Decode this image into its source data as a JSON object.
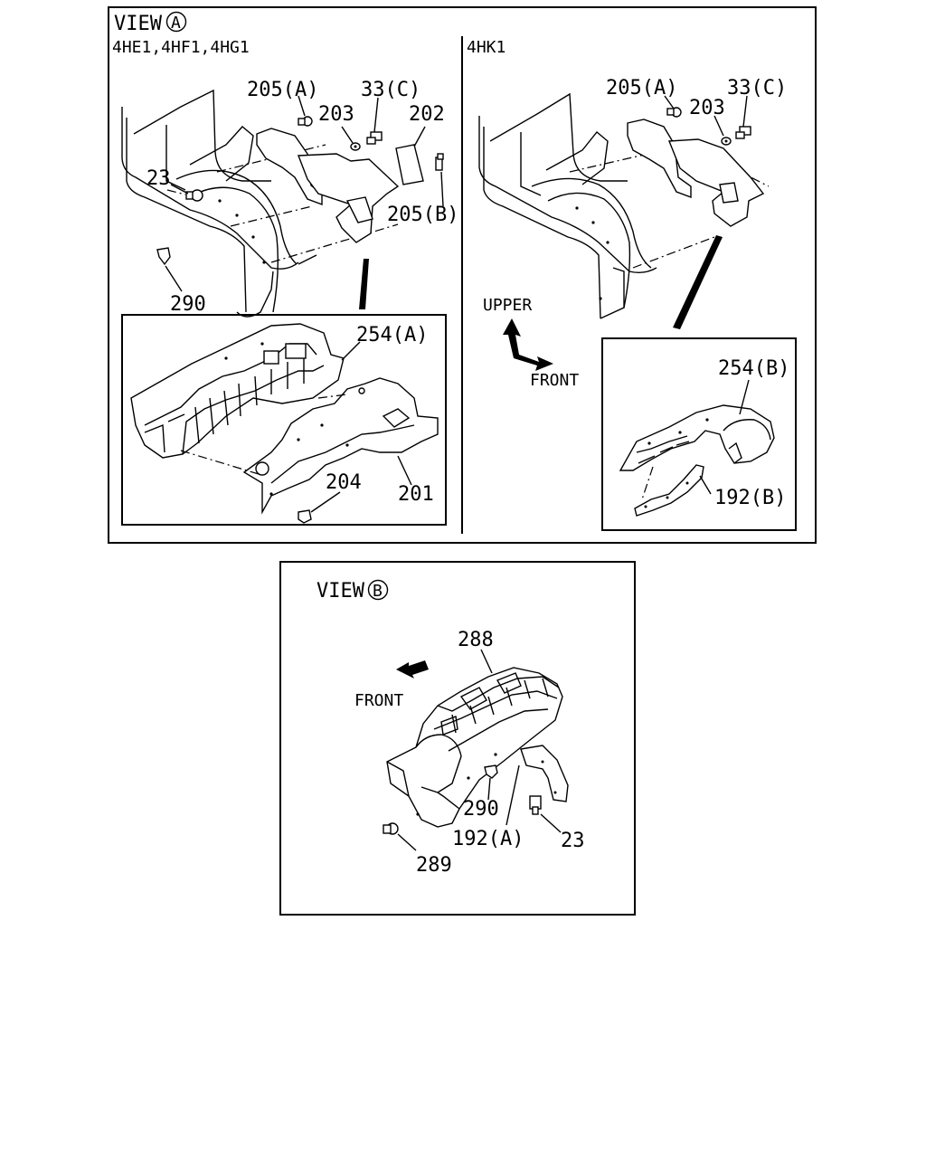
{
  "view_a": {
    "title_prefix": "VIEW",
    "title_letter": "A",
    "left_models": "4HE1,4HF1,4HG1",
    "right_models": "4HK1"
  },
  "view_a_left_labels": {
    "p205a": "205(A)",
    "p33c": "33(C)",
    "p203": "203",
    "p202": "202",
    "p23": "23",
    "p205b": "205(B)",
    "p290": "290",
    "p254a": "254(A)",
    "p204": "204",
    "p201": "201"
  },
  "view_a_right_labels": {
    "p205a": "205(A)",
    "p33c": "33(C)",
    "p203": "203",
    "upper": "UPPER",
    "front": "FRONT",
    "p254b": "254(B)",
    "p192b": "192(B)"
  },
  "view_b": {
    "title_prefix": "VIEW",
    "title_letter": "B",
    "front": "FRONT",
    "p288": "288",
    "p290": "290",
    "p192a": "192(A)",
    "p23": "23",
    "p289": "289"
  }
}
